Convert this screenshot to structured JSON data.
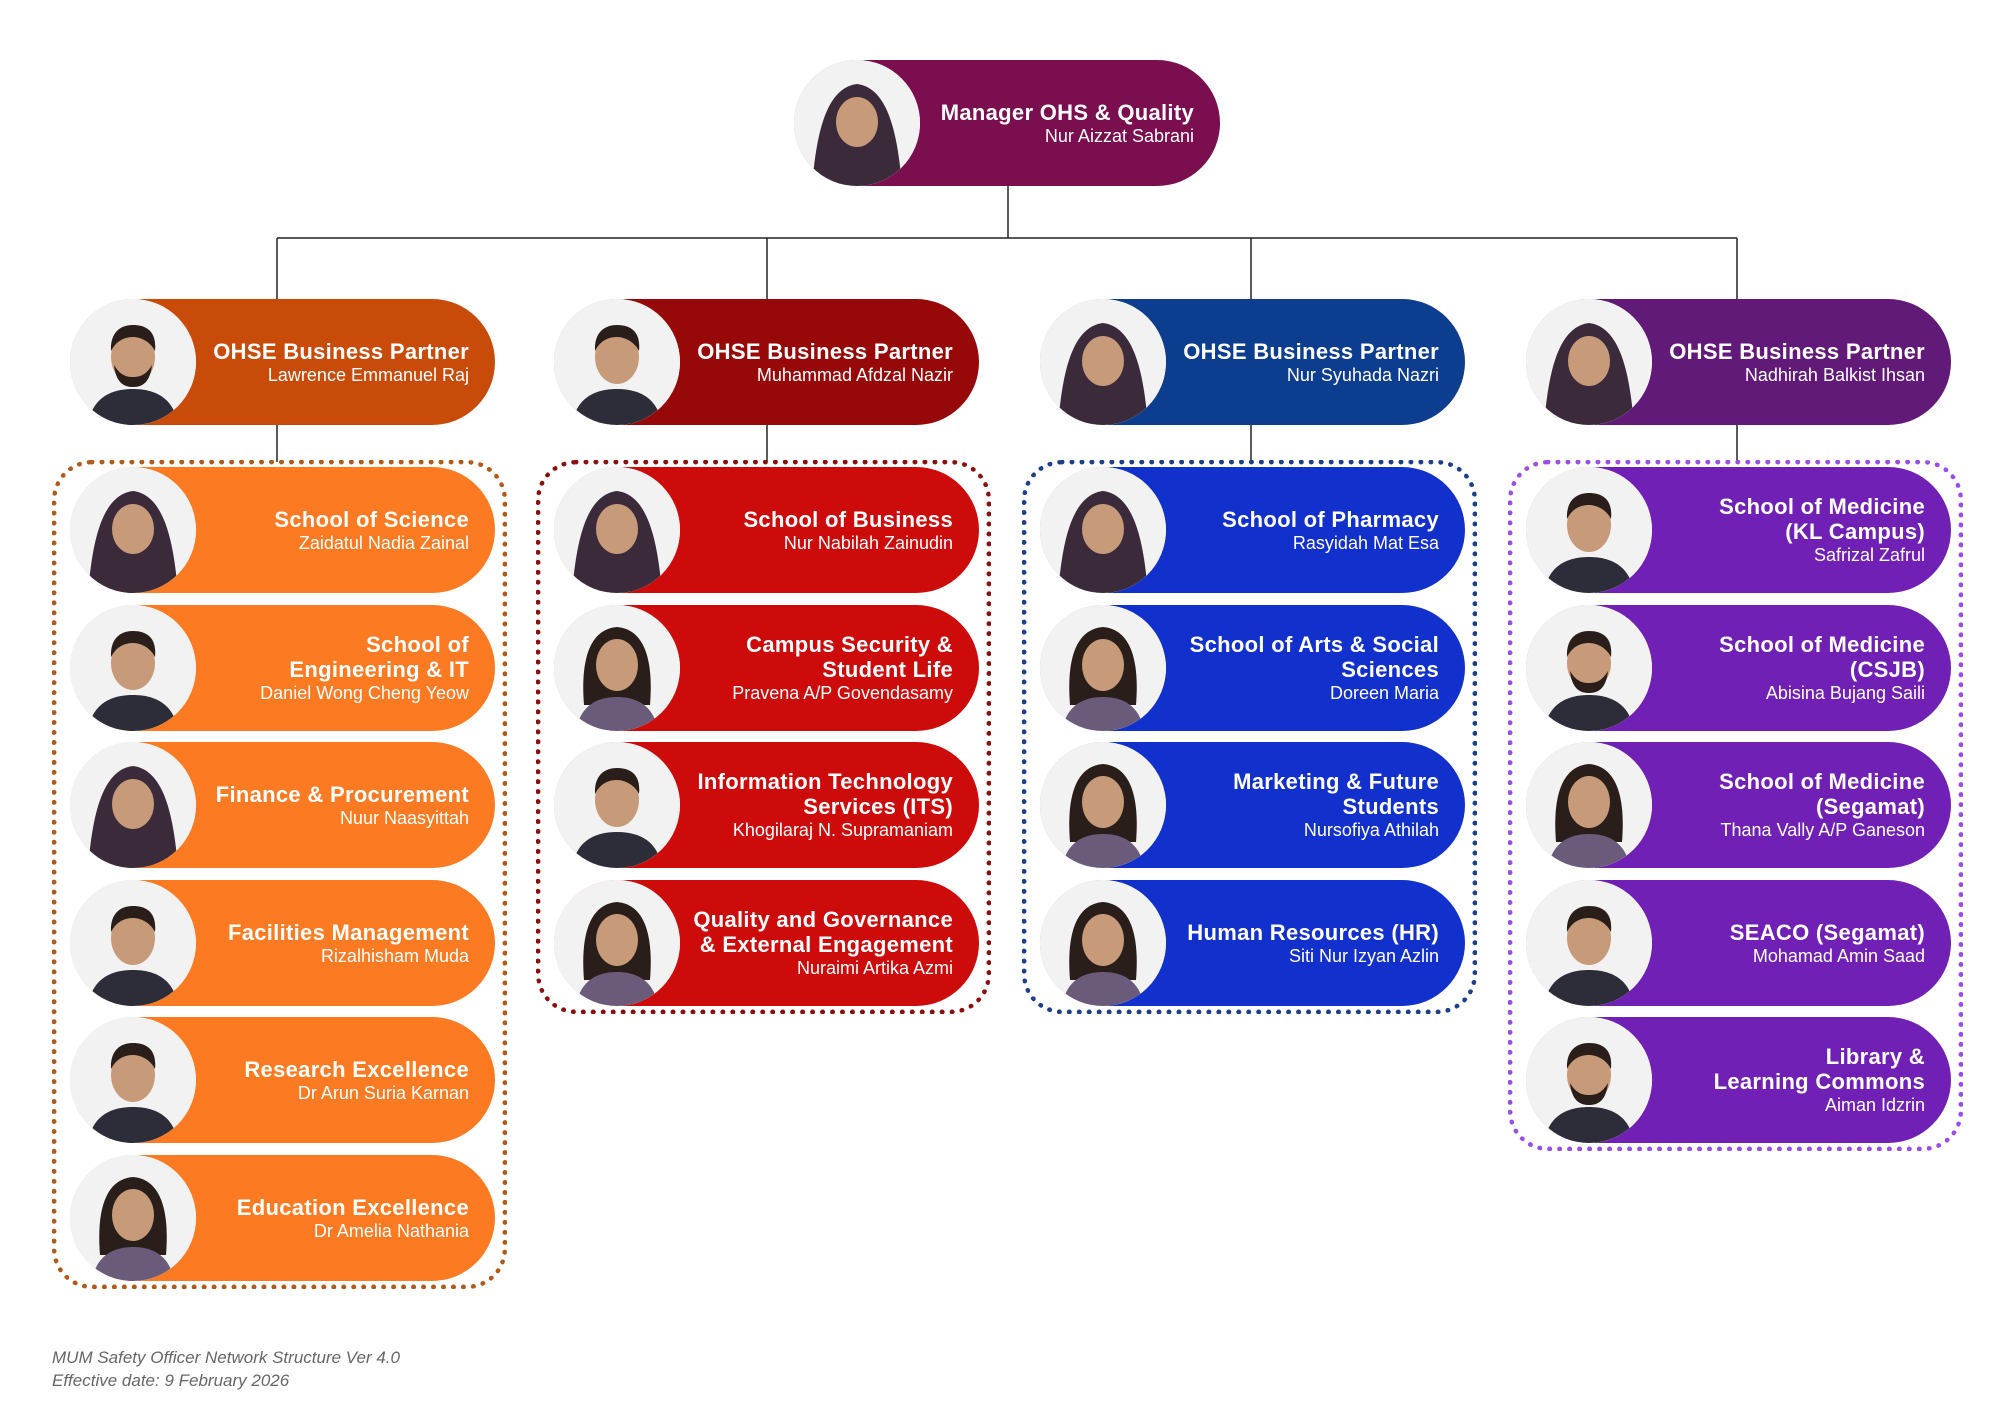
{
  "colors": {
    "manager": "#7a0e4e",
    "partners": [
      "#c84b09",
      "#970808",
      "#0c3d8f",
      "#621a78"
    ],
    "units": [
      "#fb7a22",
      "#cd0b0b",
      "#1230cc",
      "#7020b4"
    ],
    "borders": [
      "#b15a1a",
      "#8a1010",
      "#1d3f8a",
      "#9a4ee8"
    ],
    "line": "#222222"
  },
  "manager": {
    "role": "Manager OHS & Quality",
    "name": "Nur Aizzat Sabrani",
    "avatar": "hijab"
  },
  "partners": [
    {
      "role": "OHSE Business Partner",
      "name": "Lawrence Emmanuel Raj",
      "avatar": "man-beard"
    },
    {
      "role": "OHSE Business Partner",
      "name": "Muhammad Afdzal Nazir",
      "avatar": "man"
    },
    {
      "role": "OHSE Business Partner",
      "name": "Nur Syuhada Nazri",
      "avatar": "hijab"
    },
    {
      "role": "OHSE Business Partner",
      "name": "Nadhirah Balkist Ihsan",
      "avatar": "hijab"
    }
  ],
  "groups": [
    [
      {
        "lines": [
          "School of Science"
        ],
        "name": "Zaidatul Nadia Zainal",
        "avatar": "hijab"
      },
      {
        "lines": [
          "School of",
          "Engineering & IT"
        ],
        "name": "Daniel Wong Cheng Yeow",
        "avatar": "man"
      },
      {
        "lines": [
          "Finance & Procurement"
        ],
        "name": "Nuur Naasyittah",
        "avatar": "hijab"
      },
      {
        "lines": [
          "Facilities Management"
        ],
        "name": "Rizalhisham Muda",
        "avatar": "man"
      },
      {
        "lines": [
          "Research Excellence"
        ],
        "name": "Dr Arun Suria Karnan",
        "avatar": "man"
      },
      {
        "lines": [
          "Education Excellence"
        ],
        "name": "Dr Amelia Nathania",
        "avatar": "woman"
      }
    ],
    [
      {
        "lines": [
          "School of Business"
        ],
        "name": "Nur Nabilah Zainudin",
        "avatar": "hijab"
      },
      {
        "lines": [
          "Campus Security &",
          "Student Life"
        ],
        "name": "Pravena A/P Govendasamy",
        "avatar": "woman"
      },
      {
        "lines": [
          "Information Technology",
          "Services (ITS)"
        ],
        "name": "Khogilaraj N. Supramaniam",
        "avatar": "man"
      },
      {
        "lines": [
          "Quality and Governance",
          "& External Engagement"
        ],
        "name": "Nuraimi Artika Azmi",
        "avatar": "woman"
      }
    ],
    [
      {
        "lines": [
          "School of Pharmacy"
        ],
        "name": "Rasyidah Mat Esa",
        "avatar": "hijab"
      },
      {
        "lines": [
          "School of Arts & Social",
          "Sciences"
        ],
        "name": "Doreen Maria",
        "avatar": "woman"
      },
      {
        "lines": [
          "Marketing & Future",
          "Students"
        ],
        "name": "Nursofiya Athilah",
        "avatar": "woman"
      },
      {
        "lines": [
          "Human Resources (HR)"
        ],
        "name": "Siti Nur Izyan Azlin",
        "avatar": "woman"
      }
    ],
    [
      {
        "lines": [
          "School of Medicine",
          "(KL Campus)"
        ],
        "name": "Safrizal Zafrul",
        "avatar": "man"
      },
      {
        "lines": [
          "School of Medicine",
          "(CSJB)"
        ],
        "name": "Abisina Bujang Saili",
        "avatar": "man-beard"
      },
      {
        "lines": [
          "School of Medicine",
          "(Segamat)"
        ],
        "name": "Thana Vally A/P Ganeson",
        "avatar": "woman"
      },
      {
        "lines": [
          "SEACO (Segamat)"
        ],
        "name": "Mohamad Amin Saad",
        "avatar": "man"
      },
      {
        "lines": [
          "Library &",
          "Learning Commons"
        ],
        "name": "Aiman Idzrin",
        "avatar": "man-beard"
      }
    ]
  ],
  "footer": {
    "line1": "MUM Safety Officer Network Structure Ver 4.0",
    "line2": "Effective date: 9 February 2026"
  }
}
